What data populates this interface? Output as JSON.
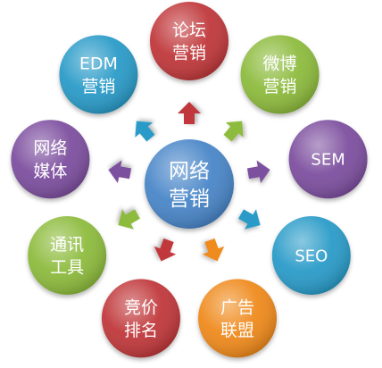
{
  "center": {
    "lines": [
      "网络",
      "营销"
    ],
    "color": "#4a86c8"
  },
  "nodes": [
    {
      "id": "forum",
      "lines": [
        "论坛",
        "营销"
      ],
      "color": "#c0393b"
    },
    {
      "id": "weibo",
      "lines": [
        "微博",
        "营销"
      ],
      "color": "#8dbb3e"
    },
    {
      "id": "sem",
      "lines": [
        "SEM"
      ],
      "color": "#7d4f9f"
    },
    {
      "id": "seo",
      "lines": [
        "SEO"
      ],
      "color": "#2b9bc8"
    },
    {
      "id": "ad",
      "lines": [
        "广告",
        "联盟"
      ],
      "color": "#ef8a1e"
    },
    {
      "id": "bidding",
      "lines": [
        "竞价",
        "排名"
      ],
      "color": "#c0393b"
    },
    {
      "id": "im",
      "lines": [
        "通讯",
        "工具"
      ],
      "color": "#8dbb3e"
    },
    {
      "id": "media",
      "lines": [
        "网络",
        "媒体"
      ],
      "color": "#7d4f9f"
    },
    {
      "id": "edm",
      "lines": [
        "EDM",
        "营销"
      ],
      "color": "#2b9bc8"
    }
  ]
}
